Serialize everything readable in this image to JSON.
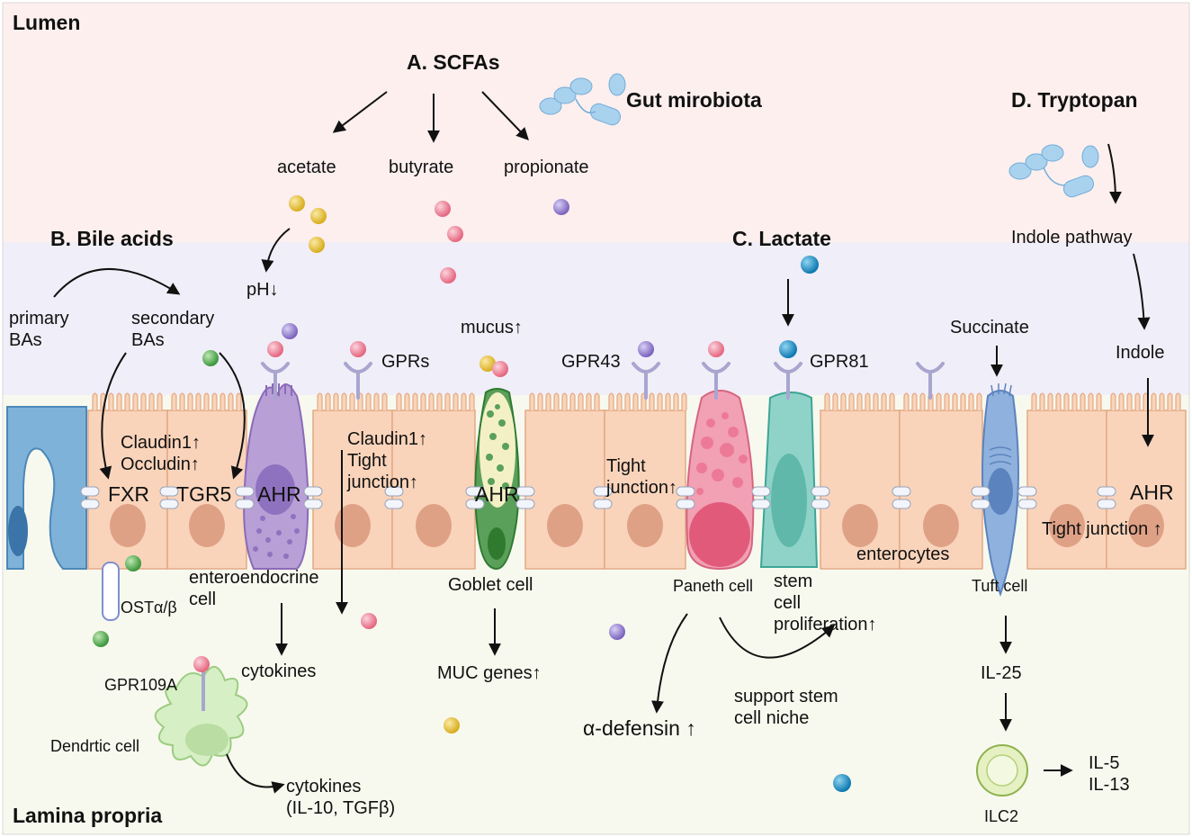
{
  "regions": {
    "lumen": "Lumen",
    "lamina": "Lamina propria"
  },
  "headings": {
    "scfa": "A. SCFAs",
    "bile": "B. Bile acids",
    "lactate": "C. Lactate",
    "tryptophan": "D. Tryptopan",
    "microbiota": "Gut mirobiota"
  },
  "scfa": {
    "acetate": "acetate",
    "butyrate": "butyrate",
    "propionate": "propionate",
    "ph": "pH↓"
  },
  "bile": {
    "primary": "primary\nBAs",
    "secondary": "secondary\nBAs",
    "claudin": "Claudin1↑\nOccludin↑",
    "fxr": "FXR",
    "tgr5": "TGR5",
    "ost": "OSTα/β"
  },
  "receptors": {
    "gprs": "GPRs",
    "gpr43": "GPR43",
    "gpr81": "GPR81",
    "gpr109a": "GPR109A"
  },
  "cells": {
    "enteroendocrine": "enteroendocrine\ncell",
    "goblet": "Goblet cell",
    "paneth": "Paneth cell",
    "stem": "stem\ncell\nproliferation↑",
    "enterocytes": "enterocytes",
    "tuft": "Tuft cell",
    "dendritic": "Dendrtic cell",
    "ilc2": "ILC2"
  },
  "ahr": {
    "ahr1": "AHR",
    "ahr2": "AHR",
    "ahr3": "AHR"
  },
  "effects": {
    "mucus": "mucus↑",
    "claudin_tight": "Claudin1↑\nTight\njunction↑",
    "tight_mid": "Tight\njunction↑",
    "tight_right": "Tight junction ↑",
    "cytokines": "cytokines",
    "cytokines_il": "cytokines\n(IL-10, TGFβ)",
    "muc": "MUC genes↑",
    "defensin": "α-defensin ↑",
    "niche": "support stem\ncell niche",
    "il25": "IL-25",
    "il5_13": "IL-5\nIL-13"
  },
  "tryptophan": {
    "succinate": "Succinate",
    "indole_pathway": "Indole pathway",
    "indole": "Indole"
  },
  "colors": {
    "lumen_bg": "#fcefee",
    "mucus_band": "#f0eef8",
    "lamina_bg": "#f8f9ee",
    "enterocyte": "#f9d4bb",
    "nucleus": "#dfa186",
    "pink_dot": "#e9778f",
    "yellow_dot": "#e3c13a",
    "purple_dot": "#8b78c9",
    "green_dot": "#4aa74a",
    "blue_dot": "#1a8fc5"
  }
}
